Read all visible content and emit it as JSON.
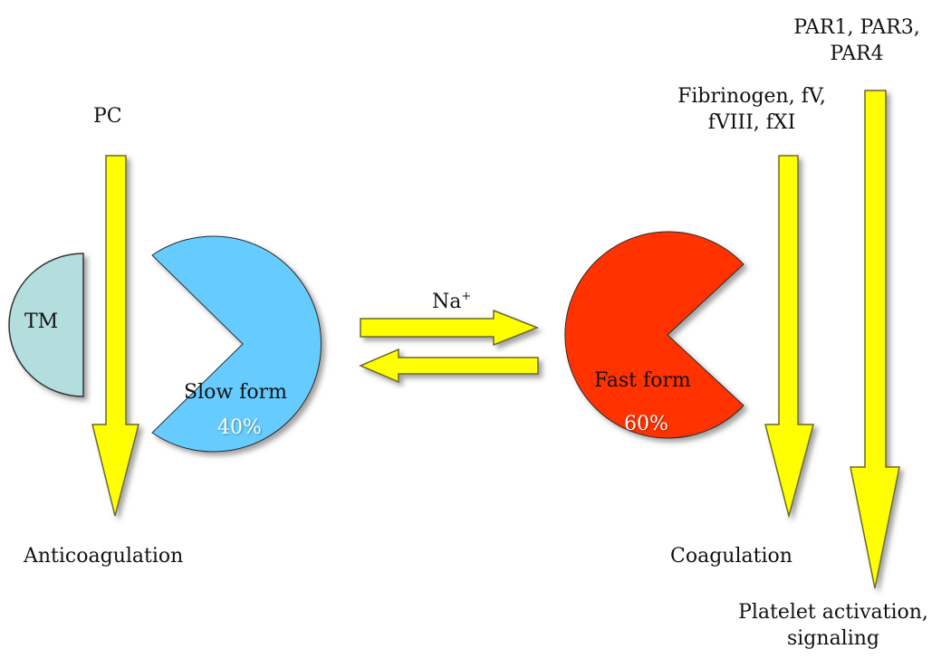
{
  "colors": {
    "arrow_fill": "#FFFF00",
    "arrow_stroke": "#6b6b2a",
    "slow_form_fill": "#66CCFF",
    "fast_form_fill": "#FF3300",
    "tm_fill": "#B3DEDD",
    "shadow": "#555555"
  },
  "labels": {
    "pc": "PC",
    "tm": "TM",
    "slow_form": "Slow form",
    "slow_percent": "40%",
    "na": "Na",
    "na_charge": "+",
    "fast_form": "Fast form",
    "fast_percent": "60%",
    "fibrinogen_line1": "Fibrinogen, fV,",
    "fibrinogen_line2": "fVIII, fXI",
    "par_line1": "PAR1, PAR3,",
    "par_line2": "PAR4",
    "anticoagulation": "Anticoagulation",
    "coagulation": "Coagulation",
    "platelet_line1": "Platelet activation,",
    "platelet_line2": "signaling"
  }
}
